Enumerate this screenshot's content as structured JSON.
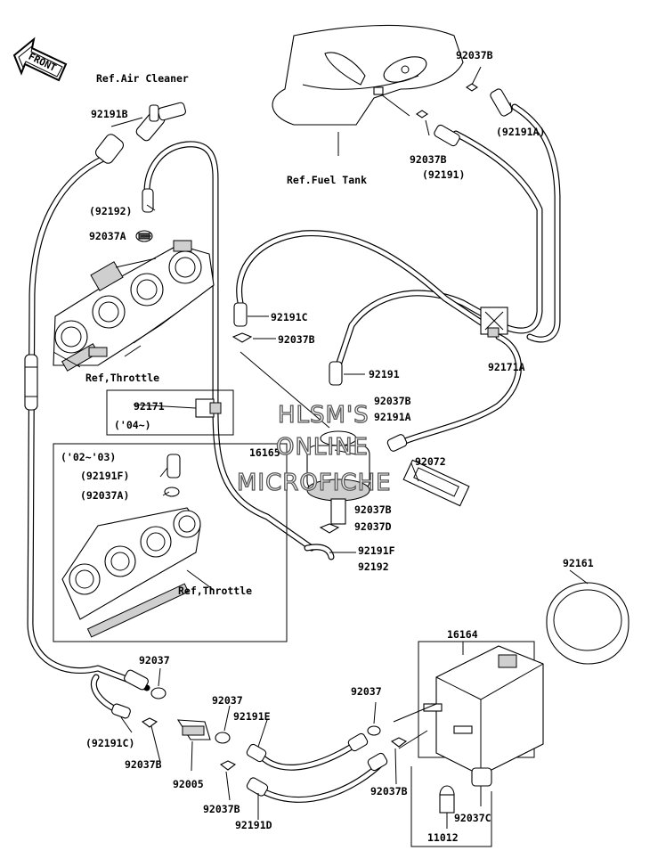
{
  "front_badge": "FRONT",
  "refs": {
    "air_cleaner": "Ref.Air Cleaner",
    "fuel_tank": "Ref.Fuel Tank",
    "throttle_upper": "Ref,Throttle",
    "throttle_lower": "Ref,Throttle"
  },
  "boxes": {
    "box_04": "('04~)",
    "box_02_03": "('02~'03)"
  },
  "watermark": {
    "line1": "HLSM'S",
    "line2": "ONLINE",
    "line3": "MICROFICHE"
  },
  "labels": {
    "l_92037B_top": "92037B",
    "l_92191A_top": "(92191A)",
    "l_92037B_tank": "92037B",
    "l_92191_tank": "(92191)",
    "l_92191B": "92191B",
    "l_92192": "(92192)",
    "l_92037A": "92037A",
    "l_92191C_mid": "92191C",
    "l_92037B_mid": "92037B",
    "l_92191_mid": "92191",
    "l_92037B_mid2": "92037B",
    "l_92191A_mid": "92191A",
    "l_92171A": "92171A",
    "l_92171": "92171",
    "l_16165": "16165",
    "l_92072": "92072",
    "l_92191F_box": "(92191F)",
    "l_92037A_box": "(92037A)",
    "l_92037B_can": "92037B",
    "l_92037D": "92037D",
    "l_92191F": "92191F",
    "l_92192_b": "92192",
    "l_92161": "92161",
    "l_16164": "16164",
    "l_92037_left": "92037",
    "l_92037_mid": "92037",
    "l_92191E": "92191E",
    "l_92037_right": "92037",
    "l_92191C_bot": "(92191C)",
    "l_92037B_bot1": "92037B",
    "l_92005": "92005",
    "l_92037B_bot2": "92037B",
    "l_92191D": "92191D",
    "l_92037B_bot3": "92037B",
    "l_92037C": "92037C",
    "l_11012": "11012"
  }
}
